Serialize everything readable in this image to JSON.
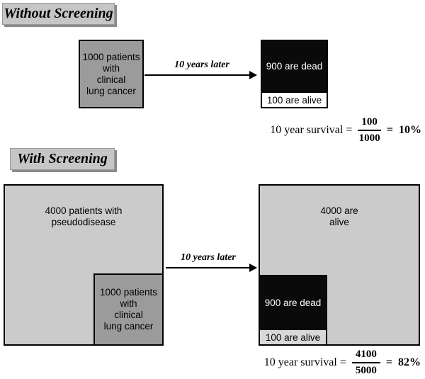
{
  "colors": {
    "page_bg": "#ffffff",
    "header_fill": "#c6c6c6",
    "header_shadow": "#8a8a8a",
    "light_box_fill": "#cbcbcb",
    "medium_box_fill": "#9b9b9b",
    "dead_box_fill": "#0a0a0a",
    "alive_strip_top": "#ffffff",
    "alive_strip_bottom": "#d8d8d8",
    "border": "#000000"
  },
  "without_screening": {
    "heading": "Without Screening",
    "patients_box_lines": [
      "1000 patients",
      "with",
      "clinical",
      "lung cancer"
    ],
    "arrow_label": "10 years later",
    "dead_label": "900 are dead",
    "alive_label": "100 are alive",
    "formula": {
      "lhs": "10 year survival =",
      "numerator": "100",
      "denominator": "1000",
      "equals": "=",
      "result": "10%"
    }
  },
  "with_screening": {
    "heading": "With Screening",
    "pseudo_box_lines": [
      "4000 patients with",
      "pseudodisease"
    ],
    "patients_box_lines": [
      "1000 patients",
      "with",
      "clinical",
      "lung cancer"
    ],
    "arrow_label": "10 years later",
    "alive_box_lines": [
      "4000 are",
      "alive"
    ],
    "dead_label": "900 are dead",
    "alive_label": "100 are alive",
    "formula": {
      "lhs": "10 year survival =",
      "numerator": "4100",
      "denominator": "5000",
      "equals": "=",
      "result": "82%"
    }
  }
}
